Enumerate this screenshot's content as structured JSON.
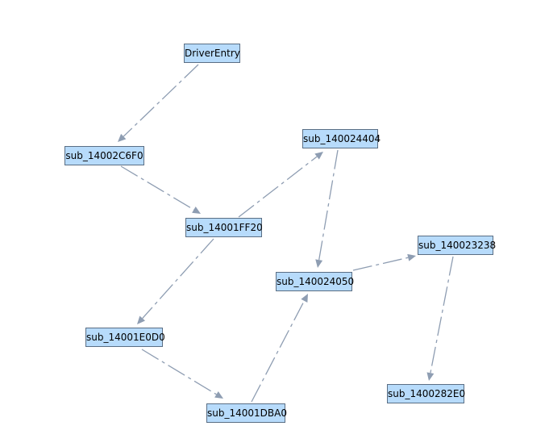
{
  "nodes": [
    {
      "id": "driverentry",
      "label": "DriverEntry"
    },
    {
      "id": "14002c6f0",
      "label": "sub_14002C6F0"
    },
    {
      "id": "140024404",
      "label": "sub_140024404"
    },
    {
      "id": "14001ff20",
      "label": "sub_14001FF20"
    },
    {
      "id": "140023238",
      "label": "sub_140023238"
    },
    {
      "id": "140024050",
      "label": "sub_140024050"
    },
    {
      "id": "14001e0d0",
      "label": "sub_14001E0D0"
    },
    {
      "id": "1400282e0",
      "label": "sub_1400282E0"
    },
    {
      "id": "14001dba0",
      "label": "sub_14001DBA0"
    }
  ],
  "edges": [
    {
      "from": "driverentry",
      "to": "14002c6f0"
    },
    {
      "from": "14002c6f0",
      "to": "14001ff20"
    },
    {
      "from": "14001ff20",
      "to": "140024404"
    },
    {
      "from": "14001ff20",
      "to": "14001e0d0"
    },
    {
      "from": "140024404",
      "to": "140024050"
    },
    {
      "from": "140024050",
      "to": "140023238"
    },
    {
      "from": "140023238",
      "to": "1400282e0"
    },
    {
      "from": "14001e0d0",
      "to": "14001dba0"
    },
    {
      "from": "14001dba0",
      "to": "140024050"
    }
  ],
  "colors": {
    "node_fill": "#b7dbfb",
    "node_border": "#5a6e84",
    "edge": "#8e9db2",
    "background": "#ffffff"
  }
}
